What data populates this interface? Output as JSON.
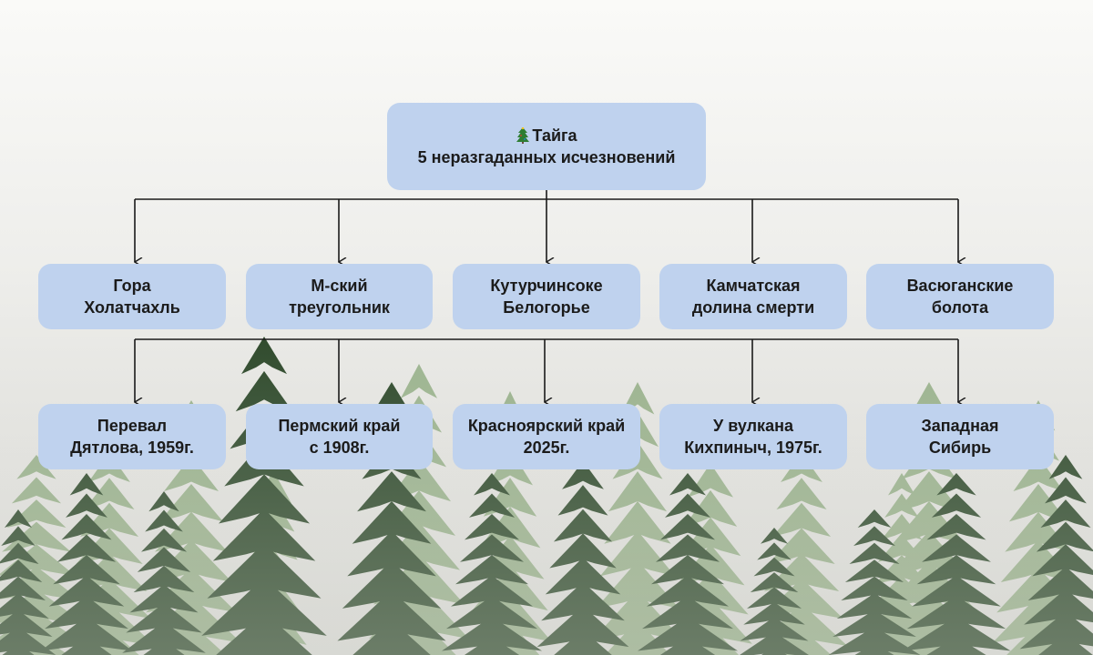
{
  "root": {
    "icon": "christmas-tree-icon",
    "line1": "Тайга",
    "line2": "5 неразгаданных исчезновений"
  },
  "places": [
    {
      "line1": "Гора",
      "line2": "Холатчахль"
    },
    {
      "line1": "М-ский",
      "line2": "треугольник"
    },
    {
      "line1": "Кутурчинсоке",
      "line2": "Белогорье"
    },
    {
      "line1": "Камчатская",
      "line2": "долина смерти"
    },
    {
      "line1": "Васюганские",
      "line2": "болота"
    }
  ],
  "events": [
    {
      "line1": "Перевал",
      "line2": "Дятлова, 1959г."
    },
    {
      "line1": "Пермский край",
      "line2": "с 1908г."
    },
    {
      "line1": "Красноярский край",
      "line2": "2025г."
    },
    {
      "line1": "У вулкана",
      "line2": "Кихпиныч, 1975г."
    },
    {
      "line1": "Западная",
      "line2": "Сибирь"
    }
  ],
  "colors": {
    "box": "#bfd2ee",
    "connector": "#1a1a1a",
    "forest_dark": "#2f4a2c",
    "forest_light": "#5f8a4a"
  }
}
